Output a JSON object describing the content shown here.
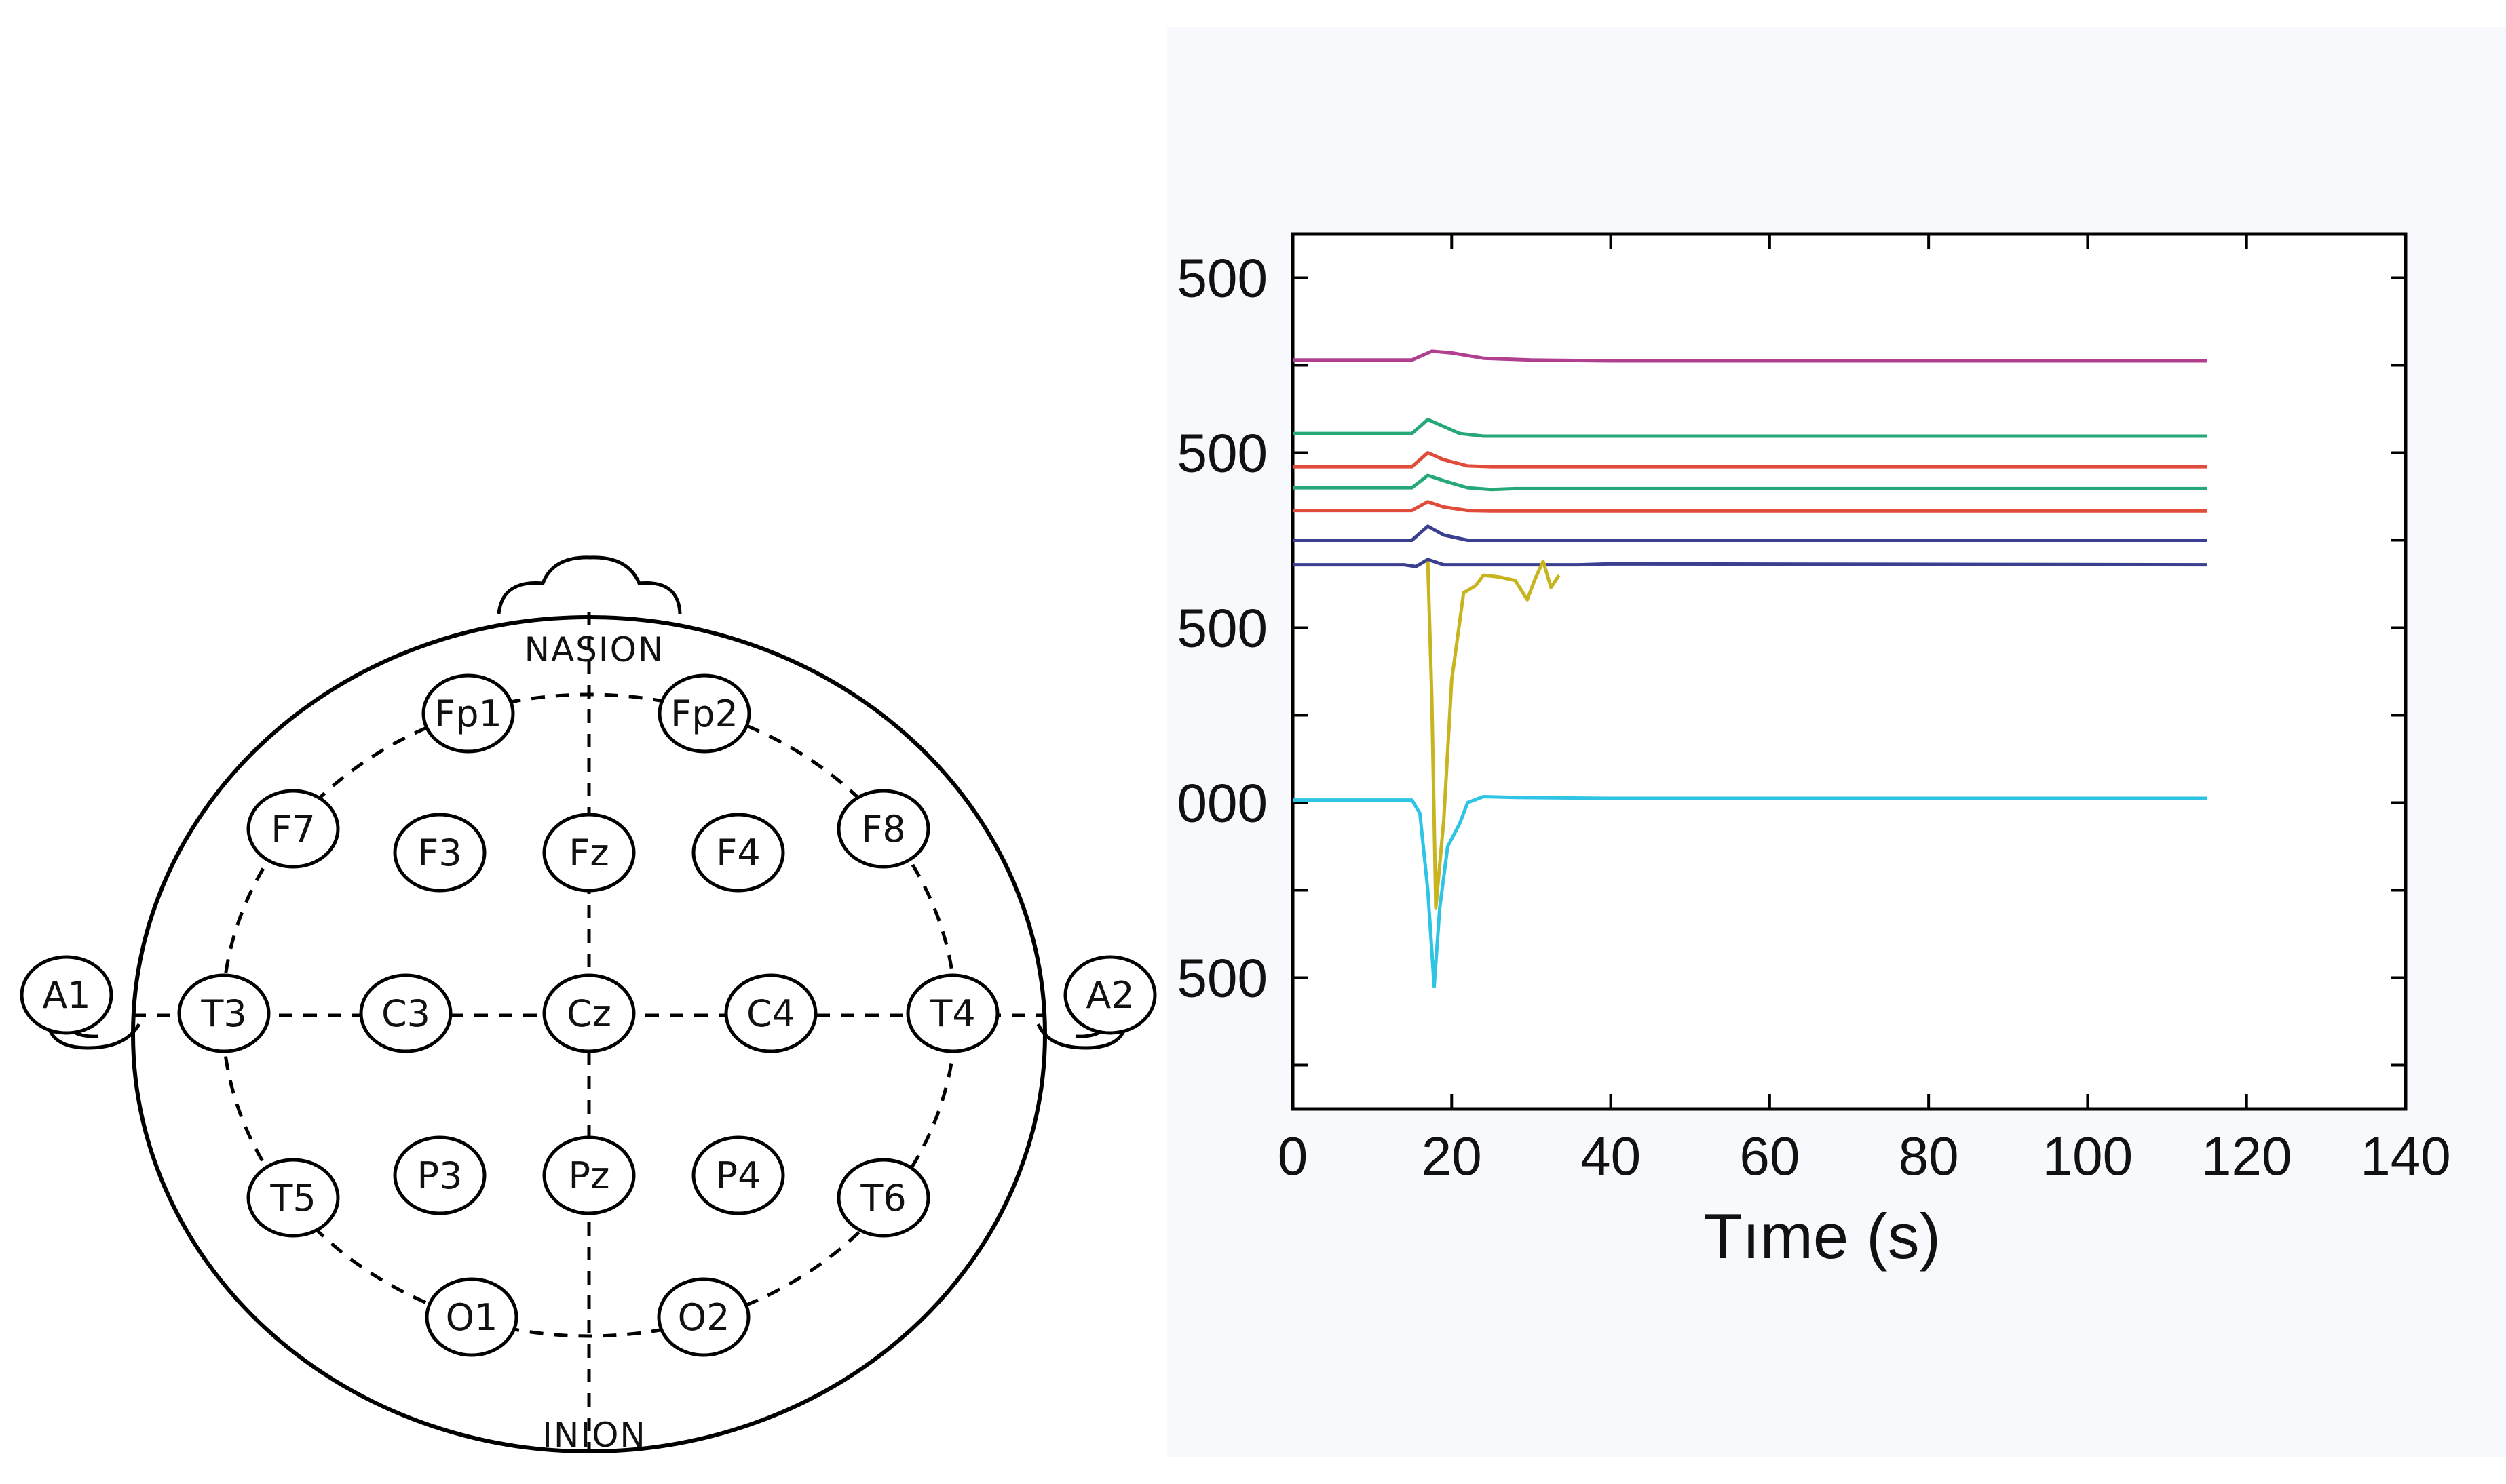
{
  "montage": {
    "top_label": "NASION",
    "bottom_label": "INION",
    "electrodes": [
      {
        "id": "fp1",
        "label": "Fp1"
      },
      {
        "id": "fp2",
        "label": "Fp2"
      },
      {
        "id": "f7",
        "label": "F7"
      },
      {
        "id": "f3",
        "label": "F3"
      },
      {
        "id": "fz",
        "label": "Fz"
      },
      {
        "id": "f4",
        "label": "F4"
      },
      {
        "id": "f8",
        "label": "F8"
      },
      {
        "id": "a1",
        "label": "A1"
      },
      {
        "id": "t3",
        "label": "T3"
      },
      {
        "id": "c3",
        "label": "C3"
      },
      {
        "id": "cz",
        "label": "Cz"
      },
      {
        "id": "c4",
        "label": "C4"
      },
      {
        "id": "t4",
        "label": "T4"
      },
      {
        "id": "a2",
        "label": "A2"
      },
      {
        "id": "t5",
        "label": "T5"
      },
      {
        "id": "p3",
        "label": "P3"
      },
      {
        "id": "pz",
        "label": "Pz"
      },
      {
        "id": "p4",
        "label": "P4"
      },
      {
        "id": "t6",
        "label": "T6"
      },
      {
        "id": "o1",
        "label": "O1"
      },
      {
        "id": "o2",
        "label": "O2"
      }
    ]
  },
  "chart_data": {
    "type": "line",
    "title": "",
    "xlabel": "Tıme (s)",
    "ylabel": "",
    "xlim": [
      0,
      140
    ],
    "ylim": [
      -1750,
      3250
    ],
    "xticks": [
      0,
      20,
      40,
      60,
      80,
      100,
      120,
      140
    ],
    "xtick_labels": [
      "0",
      "20",
      "40",
      "60",
      "80",
      "100",
      "120",
      "140"
    ],
    "yticks": [
      -1000,
      0,
      1000,
      2000,
      3000
    ],
    "ytick_labels": [
      "500",
      "000",
      "500",
      "500",
      "500"
    ],
    "grid": false,
    "series": [
      {
        "color": "#b0408f",
        "x": [
          0,
          15,
          17.5,
          20,
          24,
          27,
          30,
          40,
          115
        ],
        "y": [
          2530,
          2530,
          2580,
          2570,
          2540,
          2535,
          2530,
          2525,
          2525
        ]
      },
      {
        "color": "#27a878",
        "x": [
          0,
          15,
          17,
          19,
          21,
          24,
          28,
          40,
          115
        ],
        "y": [
          2110,
          2110,
          2190,
          2150,
          2110,
          2095,
          2095,
          2095,
          2095
        ]
      },
      {
        "color": "#e04b3a",
        "x": [
          0,
          15,
          17,
          19,
          22,
          25,
          28,
          40,
          115
        ],
        "y": [
          1920,
          1920,
          2000,
          1960,
          1925,
          1920,
          1920,
          1920,
          1920
        ]
      },
      {
        "color": "#27a878",
        "x": [
          0,
          15,
          17,
          19,
          22,
          25,
          28,
          40,
          115
        ],
        "y": [
          1800,
          1800,
          1870,
          1840,
          1800,
          1790,
          1795,
          1795,
          1795
        ]
      },
      {
        "color": "#e04b3a",
        "x": [
          0,
          15,
          17,
          19,
          22,
          25,
          28,
          40,
          115
        ],
        "y": [
          1670,
          1670,
          1720,
          1690,
          1670,
          1668,
          1668,
          1668,
          1668
        ]
      },
      {
        "color": "#3b3f8f",
        "x": [
          0,
          15,
          17,
          19,
          22,
          25,
          28,
          40,
          115
        ],
        "y": [
          1500,
          1500,
          1580,
          1530,
          1500,
          1500,
          1500,
          1500,
          1500
        ]
      },
      {
        "color": "#3b3f8f",
        "x": [
          0,
          14,
          15.5,
          17,
          19,
          30,
          34,
          36,
          40,
          115
        ],
        "y": [
          1360,
          1360,
          1350,
          1390,
          1360,
          1360,
          1360,
          1360,
          1365,
          1360
        ]
      },
      {
        "color": "#c7b41f",
        "x": [
          17,
          17.5,
          18,
          19,
          20,
          21.5,
          23,
          24,
          26,
          28,
          29.5,
          30.5,
          31.5,
          32.5,
          33.5
        ],
        "y": [
          1380,
          600,
          -600,
          -100,
          700,
          1200,
          1240,
          1300,
          1290,
          1270,
          1160,
          1280,
          1380,
          1230,
          1300
        ]
      },
      {
        "color": "#2ec4e4",
        "x": [
          0,
          15,
          16,
          17,
          17.8,
          18.5,
          19.5,
          21,
          22,
          24,
          28,
          40,
          115
        ],
        "y": [
          15,
          15,
          -60,
          -500,
          -1050,
          -600,
          -250,
          -120,
          0,
          35,
          30,
          25,
          25
        ]
      }
    ]
  }
}
